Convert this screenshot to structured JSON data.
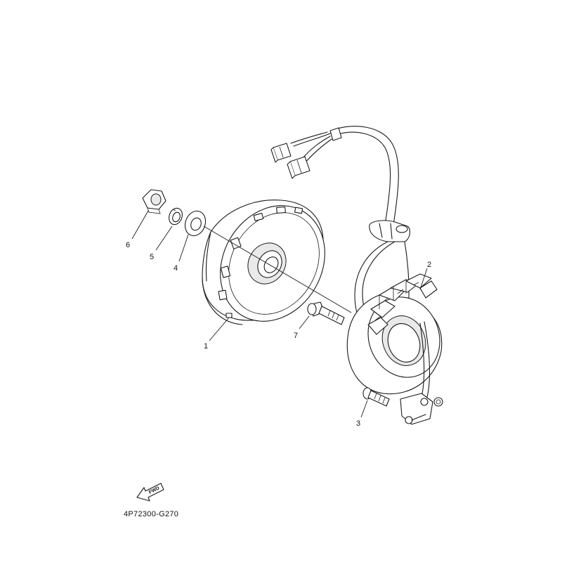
{
  "diagram": {
    "part_code": "4P72300-G270",
    "fwd_label": "FWD",
    "callouts": [
      {
        "id": "1",
        "label": "1"
      },
      {
        "id": "2",
        "label": "2"
      },
      {
        "id": "3",
        "label": "3"
      },
      {
        "id": "4",
        "label": "4"
      },
      {
        "id": "5",
        "label": "5"
      },
      {
        "id": "6",
        "label": "6"
      },
      {
        "id": "7",
        "label": "7"
      }
    ]
  }
}
